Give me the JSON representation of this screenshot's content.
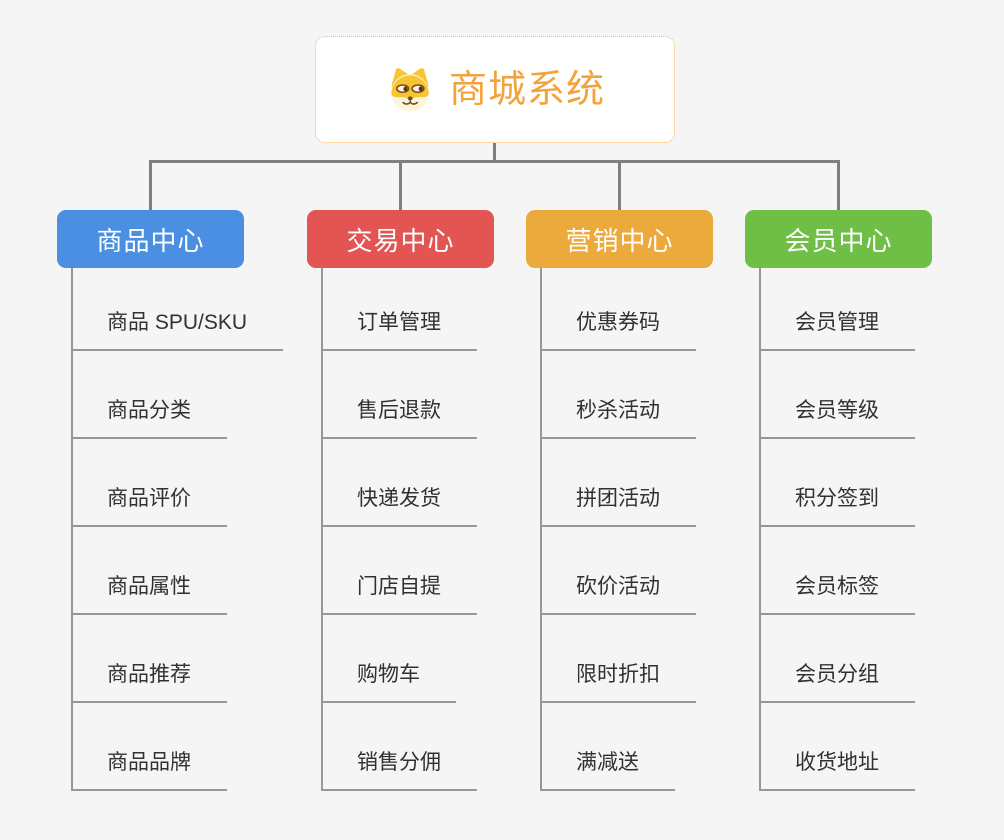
{
  "title": "商城系统",
  "colors": {
    "background": "#f5f5f6",
    "bus-line": "#7f7f7f",
    "leaf-line": "#979797",
    "leaf-text": "#303133",
    "root-text": "#f2a33c",
    "root-border": "#f0b169"
  },
  "root": {
    "label": "商城系统",
    "icon": "dog-face-icon"
  },
  "branches": [
    {
      "label": "商品中心",
      "color": "#4b8fe2",
      "children": [
        "商品 SPU/SKU",
        "商品分类",
        "商品评价",
        "商品属性",
        "商品推荐",
        "商品品牌"
      ]
    },
    {
      "label": "交易中心",
      "color": "#e25553",
      "children": [
        "订单管理",
        "售后退款",
        "快递发货",
        "门店自提",
        "购物车",
        "销售分佣"
      ]
    },
    {
      "label": "营销中心",
      "color": "#ebaa3b",
      "children": [
        "优惠券码",
        "秒杀活动",
        "拼团活动",
        "砍价活动",
        "限时折扣",
        "满减送"
      ]
    },
    {
      "label": "会员中心",
      "color": "#6fbe45",
      "children": [
        "会员管理",
        "会员等级",
        "积分签到",
        "会员标签",
        "会员分组",
        "收货地址"
      ]
    }
  ]
}
